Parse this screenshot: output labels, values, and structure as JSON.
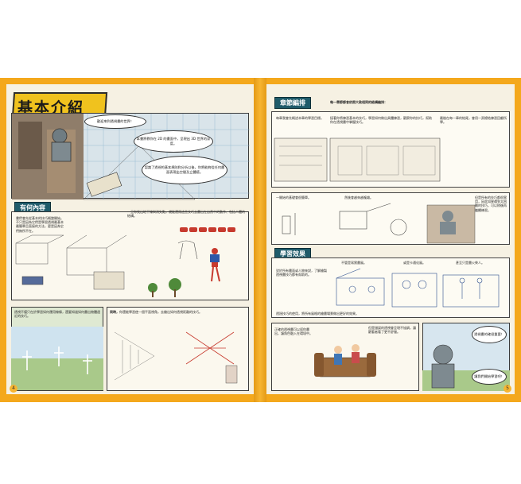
{
  "left_page": {
    "title": "基本介紹",
    "comic": {
      "bubble_1": "歡迎來到透視畫的世界！",
      "bubble_2": "本書將教你在 2D 的畫面中，呈現出 3D 世界的深度。",
      "bubble_3": "認識了透視的基本規則和分析以後，你將能夠從任何畫面表現出空間及立體感。"
    },
    "section_tag": "有何內容",
    "intro_text": "書們會先從基本的技巧概論開始。不只是因為它們是學習透視最基本最簡單且直接的方法，更是因為它們無所不在。",
    "figure_text": "一旦你找出地平線與消失點，就能運用這些技巧去畫出在自然中的動作、包括人體的結構。",
    "bottom_text_1": "透視不僅只在於學習如何運用線條，還要知道如何畫出物體遠近的技巧。",
    "bottom_text_2_label": "同時，",
    "bottom_text_2": "你還能學習使一個平面視角，去繪出如何透視距離的技巧。",
    "page_number": "4"
  },
  "right_page": {
    "section_tag_1": "章節編排",
    "section_intro": "每一章節都會依照大致相同的結構編排：",
    "cols": [
      "每章我會先概述本章的學習目標。",
      "接著你將練習基本的技巧，學習如何做出具體練習，觀察你的技巧，幫助你在透視畫中掌握技巧。",
      "最後在每一章的結尾，會用一頁總結練習回顧所學。"
    ],
    "row2_text_1": "一開始的基礎會很簡單。",
    "row2_text_2": "然後會越來越複雜。",
    "row2_text_3": "但是所有的技巧都很實用，因此如果遇到太困難的技巧，可以稍後再繼續練習。",
    "section_tag_2": "學習效果",
    "effects_text": "對於所有畫面或人物來說，了解繪製透視畫技巧都有幫助的。",
    "effects_labels": [
      "不管是寫實畫風。",
      "或是卡通化風。",
      "甚至只是畫火柴人。"
    ],
    "effects_note": "透過技巧的使用，將所有風格的繪畫場景做出更好的效果。",
    "last_text_1": "正確的透視畫可以幫你畫出，讓角色融入在環境中。",
    "last_text_2": "但是錯誤的透視會呈現不協調，讓觀看者看了更不舒服。",
    "last_bubble_1": "透視畫的確很重要！",
    "last_bubble_2": "讓我們開始學習吧！",
    "page_number": "5"
  },
  "colors": {
    "border_orange": "#f4a81c",
    "page_cream": "#f6f1e3",
    "tag_teal": "#1f5b6a",
    "title_yellow": "#f0c21e"
  }
}
